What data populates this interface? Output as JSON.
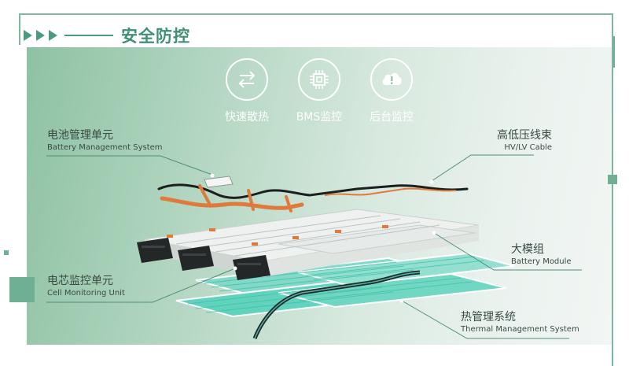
{
  "header": {
    "title": "安全防控"
  },
  "features": [
    {
      "icon": "exchange-arrows-icon",
      "label": "快速散热"
    },
    {
      "icon": "chip-icon",
      "label": "BMS监控"
    },
    {
      "icon": "cloud-alert-icon",
      "label": "后台监控"
    }
  ],
  "callouts": {
    "bmu": {
      "zh": "电池管理单元",
      "en": "Battery Management System"
    },
    "cable": {
      "zh": "高低压线束",
      "en": "HV/LV Cable"
    },
    "module": {
      "zh": "大模组",
      "en": "Battery Module"
    },
    "cmu": {
      "zh": "电芯监控单元",
      "en": "Cell Monitoring Unit"
    },
    "thermal": {
      "zh": "热管理系统",
      "en": "Thermal Management System"
    }
  },
  "colors": {
    "accent": "#4e9a7d",
    "panel_start": "#8ec2a4",
    "panel_end": "#f2f6f4",
    "harness": "#e07a3c",
    "coolant": "#3ecfb4"
  }
}
